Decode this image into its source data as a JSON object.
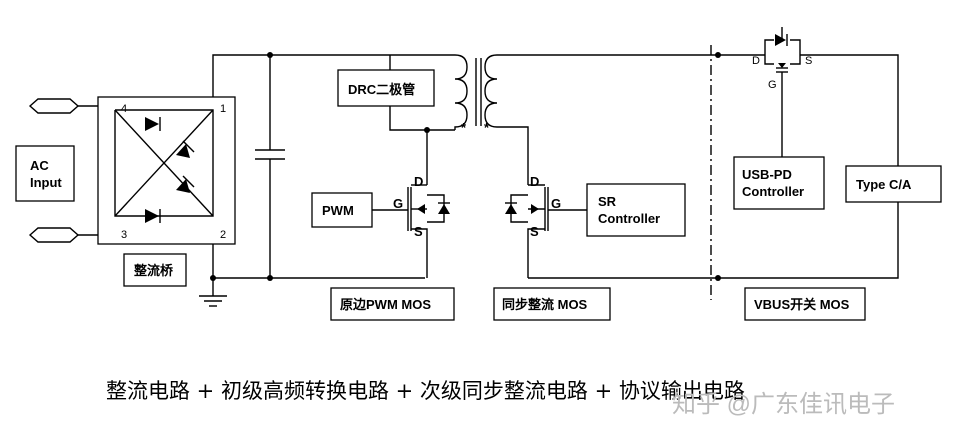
{
  "labels": {
    "ac_input": [
      "AC",
      "Input"
    ],
    "bridge_caption": "整流桥",
    "bridge_pins": [
      "4",
      "1",
      "3",
      "2"
    ],
    "drc": "DRC二极管",
    "pwm": "PWM",
    "sr_controller": [
      "SR",
      "Controller"
    ],
    "usb_pd": [
      "USB-PD",
      "Controller"
    ],
    "type_c": "Type C/A",
    "primary_mos": "原边PWM MOS",
    "sync_mos": "同步整流 MOS",
    "vbus_mos": "VBUS开关 MOS",
    "pin_d": "D",
    "pin_g": "G",
    "pin_s": "S",
    "dot": "*"
  },
  "caption": "整流电路 + 初级高频转换电路 + 次级同步整流电路 + 协议输出电路",
  "watermark": "知乎 @广东佳讯电子"
}
